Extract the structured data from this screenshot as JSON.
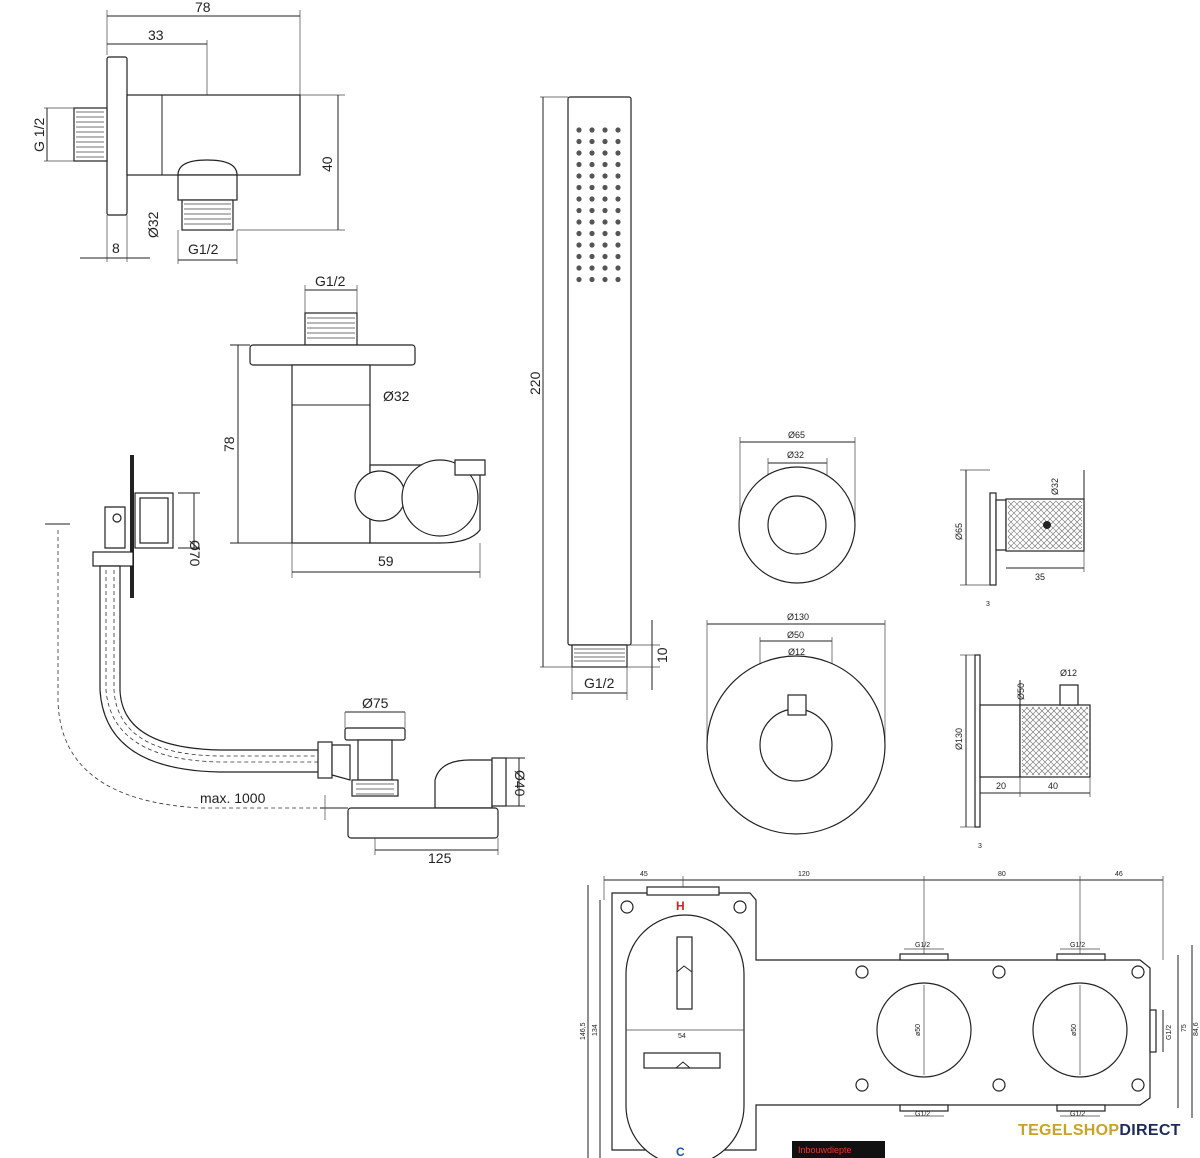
{
  "wall_elbow": {
    "d78": "78",
    "d33": "33",
    "d40": "40",
    "g12_side": "G 1/2",
    "d32": "Ø32",
    "d8": "8",
    "g12_bottom": "G1/2"
  },
  "holder": {
    "g12": "G1/2",
    "d32": "Ø32",
    "d78": "78",
    "d59": "59"
  },
  "hand_shower": {
    "d220": "220",
    "d10": "10",
    "g12": "G1/2"
  },
  "bath_drain": {
    "d70": "Ø70",
    "d75": "Ø75",
    "d40": "Ø40",
    "max": "max. 1000",
    "d125": "125"
  },
  "rosette_small": {
    "d65": "Ø65",
    "d32": "Ø32"
  },
  "knob_small": {
    "d65": "Ø65",
    "d32": "Ø32",
    "d35": "35",
    "d3": "3"
  },
  "rosette_large": {
    "d130": "Ø130",
    "d50": "Ø50",
    "d12": "Ø12"
  },
  "knob_large": {
    "d12": "Ø12",
    "d50": "Ø50",
    "d130": "Ø130",
    "d20": "20",
    "d40": "40",
    "d3": "3"
  },
  "box": {
    "d45": "45",
    "d120": "120",
    "d80": "80",
    "d46": "46",
    "hot": "H",
    "cold": "C",
    "d54": "54",
    "g12_a": "G1/2",
    "g12_b": "G1/2",
    "g12_c": "G1/2",
    "g12_d": "G1/2",
    "g12_e": "G1/2",
    "o50_a": "ø50",
    "o50_b": "ø50",
    "d146": "146,5",
    "d134": "134",
    "d846": "84,6",
    "d75": "75"
  },
  "badge": {
    "label": "Inbouwdiepte"
  },
  "brand": {
    "part1": "TEGELSHOP",
    "part2": "DIRECT",
    "color1": "#c9a227",
    "color2": "#1d2a5a"
  }
}
